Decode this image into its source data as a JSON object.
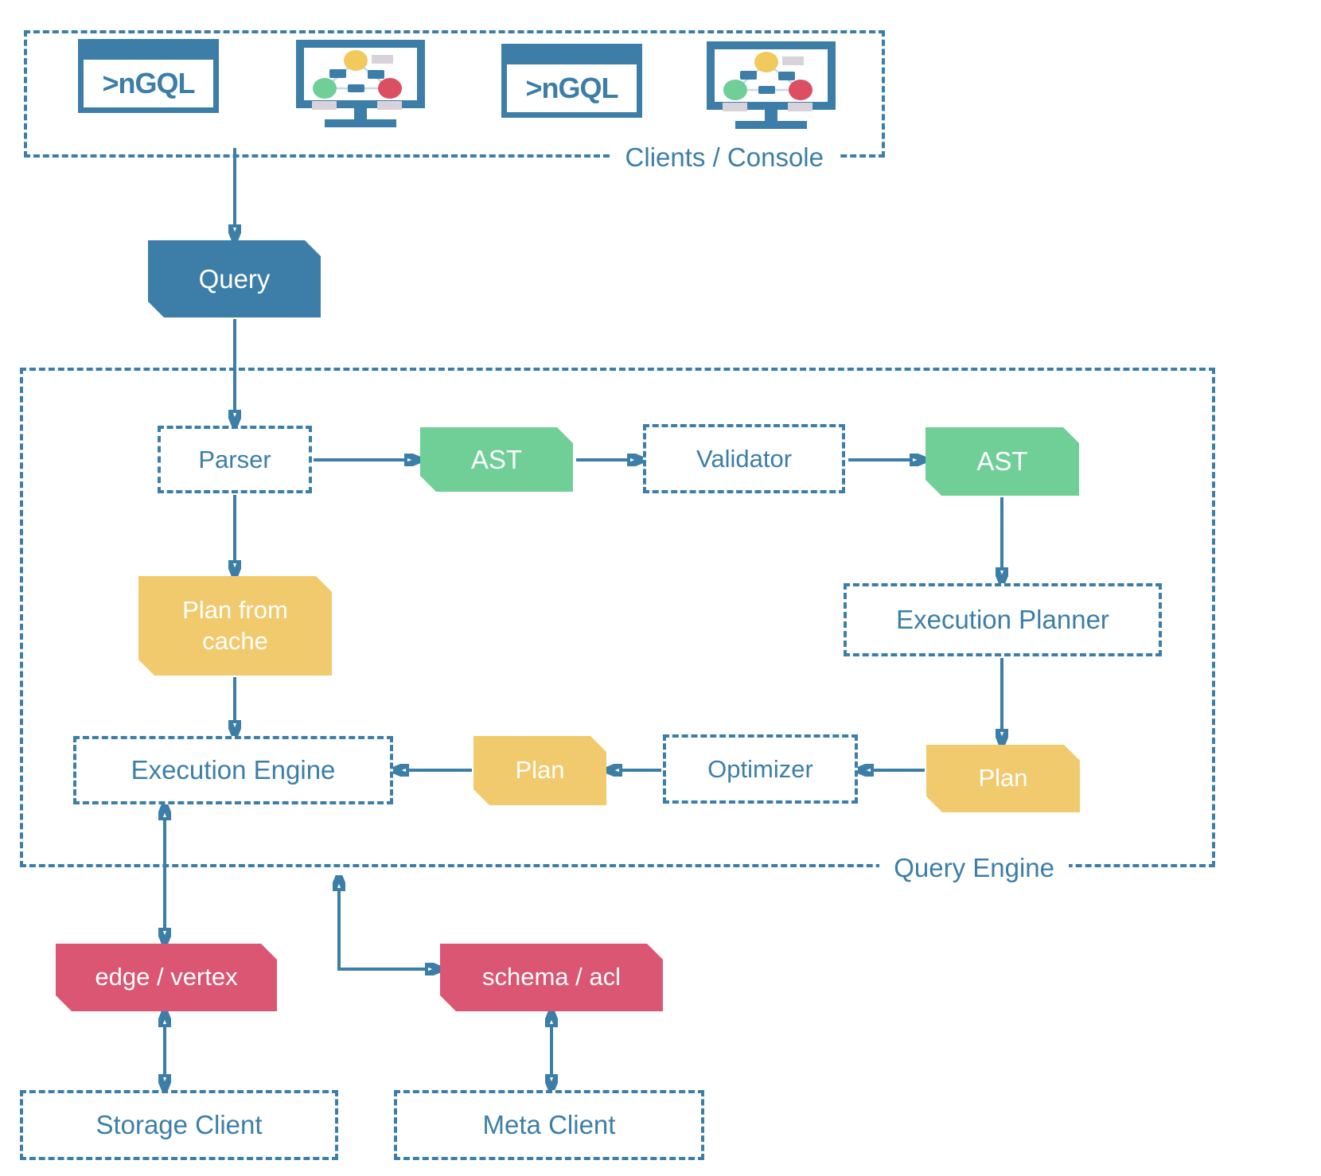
{
  "colors": {
    "blue": "#3C7EA8",
    "green": "#6FCF97",
    "yellow": "#F2CA6E",
    "red": "#DB5672"
  },
  "groups": {
    "clients_console": "Clients / Console",
    "query_engine": "Query Engine"
  },
  "clients_console": {
    "icons": [
      {
        "type": "terminal-window",
        "label": ">nGQL"
      },
      {
        "type": "monitor-graph"
      },
      {
        "type": "terminal-window",
        "label": ">nGQL"
      },
      {
        "type": "monitor-graph"
      }
    ]
  },
  "nodes": {
    "query": "Query",
    "parser": "Parser",
    "ast_after_parser": "AST",
    "validator": "Validator",
    "ast_after_validator": "AST",
    "execution_planner": "Execution Planner",
    "plan_from_cache": "Plan from cache",
    "execution_engine": "Execution Engine",
    "plan_optimized": "Plan",
    "optimizer": "Optimizer",
    "plan_raw": "Plan",
    "edge_vertex": "edge / vertex",
    "schema_acl": "schema / acl",
    "storage_client": "Storage Client",
    "meta_client": "Meta Client"
  }
}
